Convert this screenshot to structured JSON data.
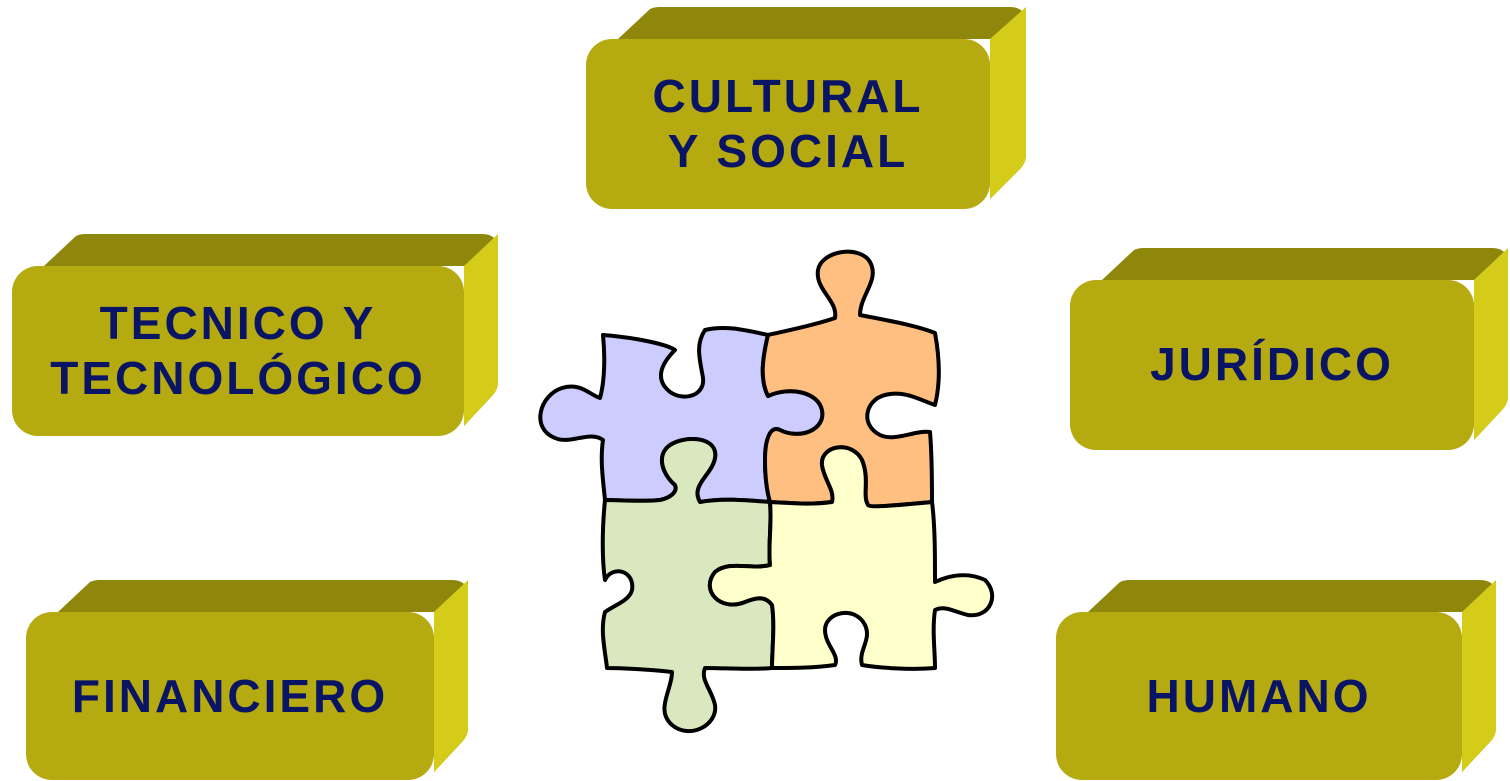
{
  "blocks": {
    "cultural": {
      "label": "CULTURAL\nY SOCIAL"
    },
    "tecnico": {
      "label": "TECNICO Y\nTECNOLÓGICO"
    },
    "juridico": {
      "label": "JURÍDICO"
    },
    "financiero": {
      "label": "FINANCIERO"
    },
    "humano": {
      "label": "HUMANO"
    }
  },
  "colors": {
    "block_face": "#b5aa0f",
    "block_top": "#8f870c",
    "block_side": "#d4cc18",
    "label_text": "#0a1464",
    "piece_purple": "#ccccff",
    "piece_orange": "#ffbf80",
    "piece_green": "#d9e8bf",
    "piece_yellow": "#ffffcc",
    "outline": "#000000"
  },
  "puzzle": {
    "pieces": [
      "purple-piece",
      "orange-piece",
      "green-piece",
      "yellow-piece"
    ]
  }
}
